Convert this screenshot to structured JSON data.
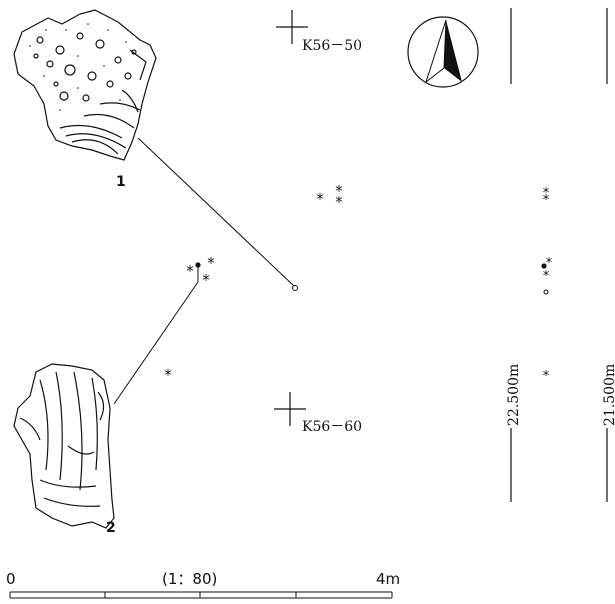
{
  "grid_labels": {
    "k50": "K56－50",
    "k60": "K56－60"
  },
  "artifacts": [
    {
      "number": "1"
    },
    {
      "number": "2"
    }
  ],
  "elevations": {
    "level_a": "22.500m",
    "level_b": "21.500m"
  },
  "scale_bar": {
    "start": "0",
    "ratio": "(1：80)",
    "end": "4m"
  },
  "icons": {
    "north_arrow": "north-arrow-icon",
    "find_marker": "asterisk-symbol"
  },
  "colors": {
    "ink": "#111111",
    "paper": "#ffffff"
  }
}
